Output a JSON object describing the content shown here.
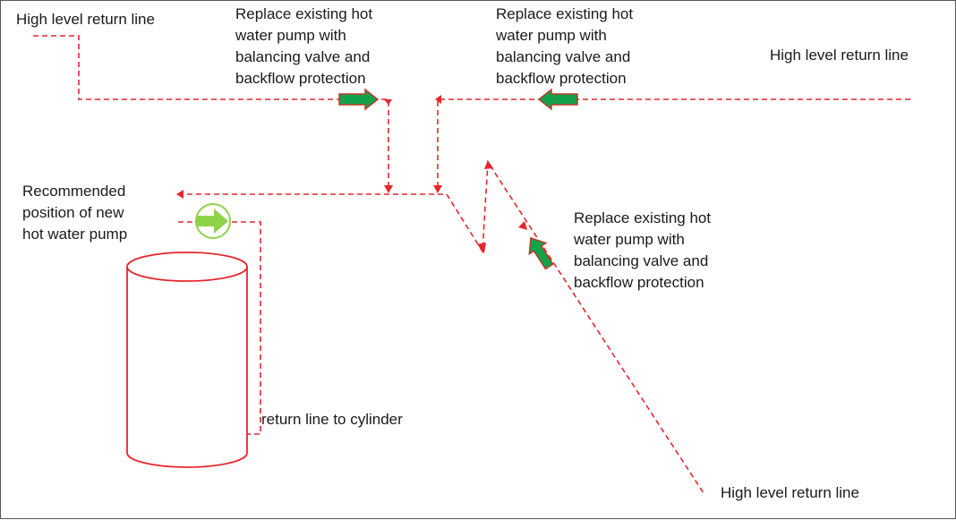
{
  "labels": {
    "return_top_left": "High level return line",
    "pump_note_left": [
      "Replace existing hot",
      "water pump with",
      "balancing valve and",
      "backflow protection"
    ],
    "pump_note_right": [
      "Replace existing hot",
      "water pump with",
      "balancing valve and",
      "backflow protection"
    ],
    "return_top_right": "High level return line",
    "recommended": [
      "Recommended",
      "position of new",
      "hot water pump"
    ],
    "pump_note_diagonal": [
      "Replace existing hot",
      "water pump with",
      "balancing valve and",
      "backflow protection"
    ],
    "return_cylinder": "return line to cylinder",
    "return_bottom": "High level return line"
  },
  "colors": {
    "pipe": "#e8262b",
    "existing_pump_fill": "#12a24a",
    "existing_pump_outline": "#c0392b",
    "new_pump_fill": "#8ed24a",
    "new_pump_outline": "#6fbf3a",
    "cylinder_outline": "#e8262b"
  },
  "icons": {
    "existing_pump": "arrow-icon",
    "new_pump": "circle-arrow-icon"
  }
}
